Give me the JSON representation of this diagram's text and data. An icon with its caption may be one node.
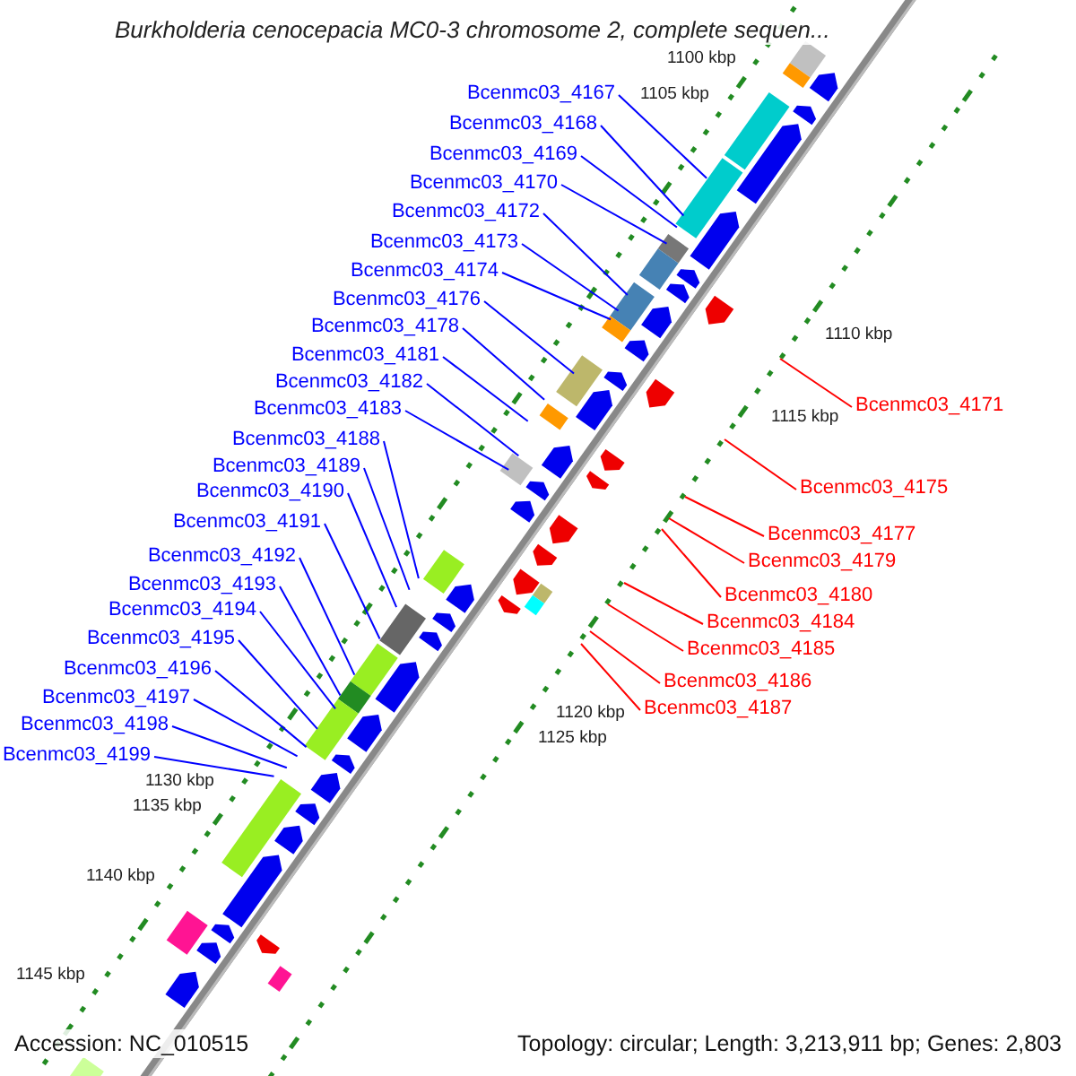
{
  "diagram": {
    "title": "Burkholderia cenocepacia MC0-3 chromosome 2, complete sequen...",
    "nodes": [
      {
        "text": [
          "Bcenmc03_4167"
        ]
      },
      {
        "text": [
          "Bcenmc03_4168"
        ]
      },
      {
        "text": [
          "Bcenmc03_4169"
        ]
      },
      {
        "text": [
          "Bcenmc03_4170"
        ]
      },
      {
        "text": [
          "Bcenmc03_4172"
        ]
      },
      {
        "text": [
          "Bcenmc03_4173"
        ]
      },
      {
        "text": [
          "Bcenmc03_4174"
        ]
      },
      {
        "text": [
          "Bcenmc03_4176"
        ]
      },
      {
        "text": [
          "Bcenmc03_4178"
        ]
      },
      {
        "text": [
          "Bcenmc03_4181"
        ]
      },
      {
        "text": [
          "Bcenmc03_4182"
        ]
      },
      {
        "text": [
          "Bcenmc03_4183"
        ]
      },
      {
        "text": [
          "Bcenmc03_4188"
        ]
      },
      {
        "text": [
          "Bcenmc03_4189"
        ]
      },
      {
        "text": [
          "Bcenmc03_4190"
        ]
      },
      {
        "text": [
          "Bcenmc03_4191"
        ]
      },
      {
        "text": [
          "Bcenmc03_4192"
        ]
      },
      {
        "text": [
          "Bcenmc03_4193"
        ]
      },
      {
        "text": [
          "Bcenmc03_4194"
        ]
      },
      {
        "text": [
          "Bcenmc03_4195"
        ]
      },
      {
        "text": [
          "Bcenmc03_4196"
        ]
      },
      {
        "text": [
          "Bcenmc03_4197"
        ]
      },
      {
        "text": [
          "Bcenmc03_4198"
        ]
      },
      {
        "text": [
          "Bcenmc03_4199"
        ]
      },
      {
        "text": [
          "Bcenmc03_4171"
        ]
      },
      {
        "text": [
          "Bcenmc03_4175"
        ]
      },
      {
        "text": [
          "Bcenmc03_4177"
        ]
      },
      {
        "text": [
          "Bcenmc03_4179"
        ]
      },
      {
        "text": [
          "Bcenmc03_4180"
        ]
      },
      {
        "text": [
          "Bcenmc03_4184"
        ]
      },
      {
        "text": [
          "Bcenmc03_4185"
        ]
      },
      {
        "text": [
          "Bcenmc03_4186"
        ]
      },
      {
        "text": [
          "Bcenmc03_4187"
        ]
      }
    ],
    "edges": [
      {
        "from": 0,
        "to": null,
        "arrow": "none"
      },
      {
        "from": 1,
        "to": null,
        "arrow": "none"
      },
      {
        "from": 2,
        "to": null,
        "arrow": "none"
      },
      {
        "from": 3,
        "to": null,
        "arrow": "none"
      },
      {
        "from": 4,
        "to": null,
        "arrow": "none"
      },
      {
        "from": 5,
        "to": null,
        "arrow": "none"
      },
      {
        "from": 6,
        "to": null,
        "arrow": "none"
      },
      {
        "from": 7,
        "to": null,
        "arrow": "none"
      },
      {
        "from": 8,
        "to": null,
        "arrow": "none"
      },
      {
        "from": 9,
        "to": null,
        "arrow": "none"
      },
      {
        "from": 10,
        "to": null,
        "arrow": "none"
      },
      {
        "from": 11,
        "to": null,
        "arrow": "none"
      },
      {
        "from": 12,
        "to": null,
        "arrow": "none"
      },
      {
        "from": 13,
        "to": null,
        "arrow": "none"
      },
      {
        "from": 14,
        "to": null,
        "arrow": "none"
      },
      {
        "from": 15,
        "to": null,
        "arrow": "none"
      },
      {
        "from": 16,
        "to": null,
        "arrow": "none"
      },
      {
        "from": 17,
        "to": null,
        "arrow": "none"
      },
      {
        "from": 18,
        "to": null,
        "arrow": "none"
      },
      {
        "from": 19,
        "to": null,
        "arrow": "none"
      },
      {
        "from": 20,
        "to": null,
        "arrow": "none"
      },
      {
        "from": 21,
        "to": null,
        "arrow": "none"
      },
      {
        "from": 22,
        "to": null,
        "arrow": "none"
      },
      {
        "from": 23,
        "to": null,
        "arrow": "none"
      },
      {
        "from": 24,
        "to": null,
        "arrow": "none",
        "color": "#ff0000"
      },
      {
        "from": 25,
        "to": null,
        "arrow": "none",
        "color": "#ff0000"
      },
      {
        "from": 26,
        "to": null,
        "arrow": "none",
        "color": "#ff0000"
      },
      {
        "from": 27,
        "to": null,
        "arrow": "none",
        "color": "#ff0000"
      },
      {
        "from": 28,
        "to": null,
        "arrow": "none",
        "color": "#ff0000"
      },
      {
        "from": 29,
        "to": null,
        "arrow": "none",
        "color": "#ff0000"
      },
      {
        "from": 30,
        "to": null,
        "arrow": "none",
        "color": "#ff0000"
      },
      {
        "from": 31,
        "to": null,
        "arrow": "none",
        "color": "#ff0000"
      },
      {
        "from": 32,
        "to": null,
        "arrow": "none",
        "color": "#ff0000"
      }
    ],
    "labels": [
      "1100 kbp",
      "1105 kbp",
      "1110 kbp",
      "1115 kbp",
      "1120 kbp",
      "1125 kbp",
      "1130 kbp",
      "1135 kbp",
      "1140 kbp",
      "1145 kbp",
      "Accession: NC_010515",
      "Topology: circular; Length: 3,213,911 bp; Genes: 2,803"
    ]
  }
}
